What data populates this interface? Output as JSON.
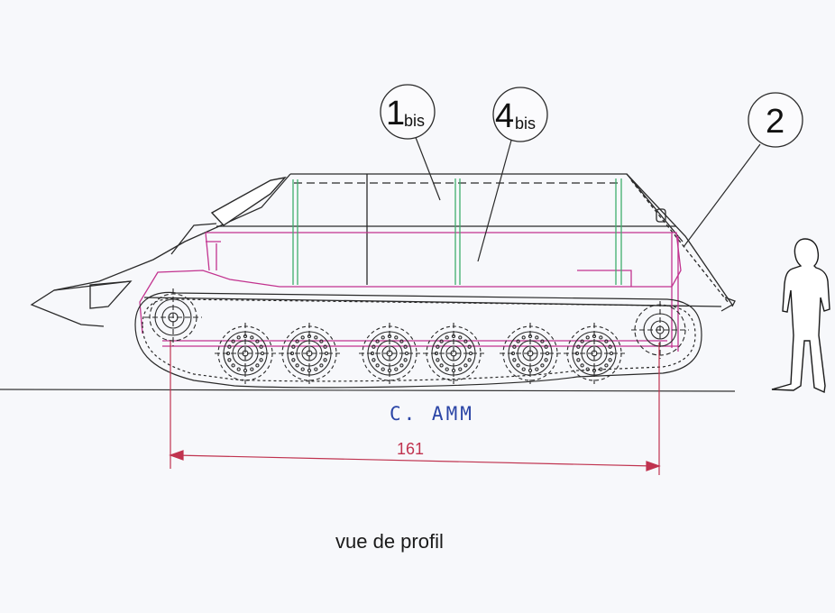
{
  "callouts": {
    "c1_main": "1",
    "c1_sub": "bis",
    "c4_main": "4",
    "c4_sub": "bis",
    "c2_main": "2"
  },
  "labels": {
    "handwritten": "C. AMM",
    "dimension": "161",
    "caption": "vue de profil"
  },
  "colors": {
    "outline": "#2a2a2a",
    "pink": "#c2338f",
    "green": "#3fae6b",
    "dimension": "#c0334f",
    "handwriting": "#2b45a6",
    "paper": "#f7f8fb"
  }
}
